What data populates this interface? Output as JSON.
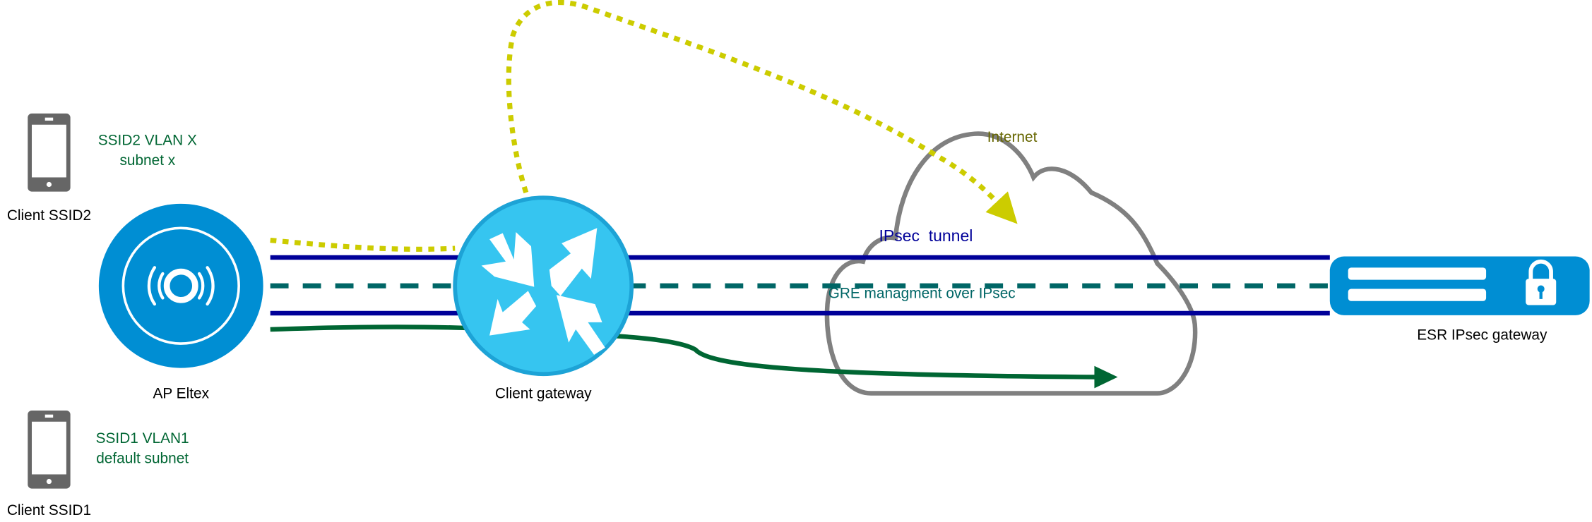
{
  "colors": {
    "ap_blue": "#008ed3",
    "gateway_blue": "#36c5f0",
    "tunnel_blue": "#000099",
    "gre_teal": "#006666",
    "vlan1_green": "#006633",
    "internet_yellow": "#cccc00",
    "cloud_gray": "#808080"
  },
  "clients": {
    "ssid2": {
      "label": "Client SSID2",
      "vlan": "SSID2 VLAN X",
      "subnet": "subnet x",
      "icon": "smartphone-icon"
    },
    "ssid1": {
      "label": "Client SSID1",
      "vlan": "SSID1 VLAN1",
      "subnet": "default subnet",
      "icon": "smartphone-icon"
    }
  },
  "nodes": {
    "ap": {
      "label": "AP Eltex",
      "icon": "access-point-icon"
    },
    "gateway": {
      "label": "Client gateway",
      "icon": "router-icon"
    },
    "esr": {
      "label": "ESR IPsec gateway",
      "icon": "lock-icon"
    }
  },
  "links": {
    "internet": "Internet",
    "ipsec": "IPsec  tunnel",
    "gre": "GRE managment over IPsec"
  }
}
